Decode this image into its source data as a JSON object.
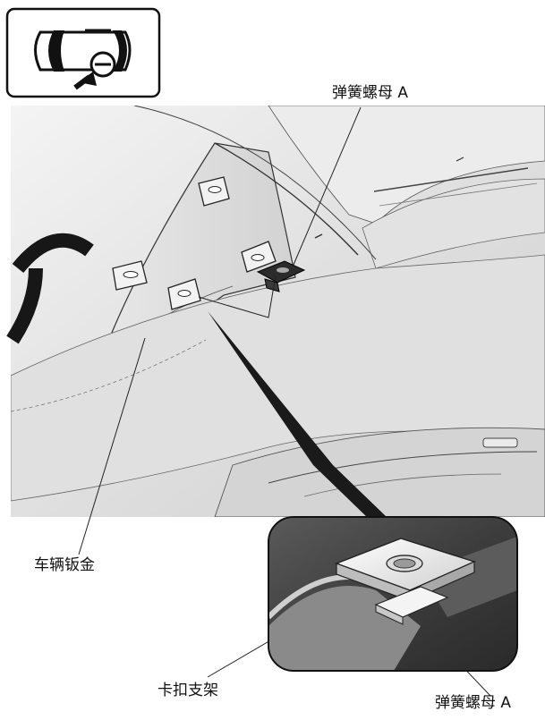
{
  "labels": {
    "spring_nut_top": "弹簧螺母 A",
    "vehicle_sheet_metal": "车辆钣金",
    "clip_bracket": "卡扣支架",
    "spring_nut_bottom": "弹簧螺母 A"
  },
  "icons": {
    "vehicle_view": "vehicle-top-view-icon"
  },
  "colors": {
    "panel": "#d9d9d9",
    "panel_light": "#ececec",
    "line": "#222222",
    "inset_bg": "#4a4a4a",
    "nut_dark": "#2b2b2b"
  }
}
